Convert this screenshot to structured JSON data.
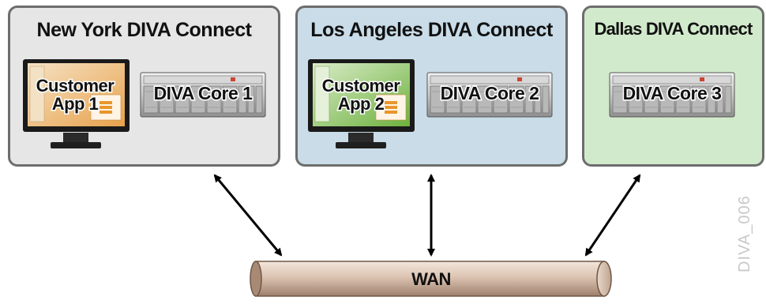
{
  "sites": [
    {
      "title": "New York DIVA Connect",
      "app_label_1": "Customer",
      "app_label_2": "App 1",
      "core_label": "DIVA Core 1"
    },
    {
      "title": "Los Angeles DIVA Connect",
      "app_label_1": "Customer",
      "app_label_2": "App 2",
      "core_label": "DIVA Core 2"
    },
    {
      "title": "Dallas DIVA Connect",
      "core_label": "DIVA Core 3"
    }
  ],
  "network": {
    "label": "WAN"
  },
  "figure_id": "DIVA_006",
  "colors": {
    "new_york_bg": "#e6e6e6",
    "los_angeles_bg": "#c9dce8",
    "dallas_bg": "#d2eacc",
    "wan_pipe": "#d9c3b3"
  }
}
